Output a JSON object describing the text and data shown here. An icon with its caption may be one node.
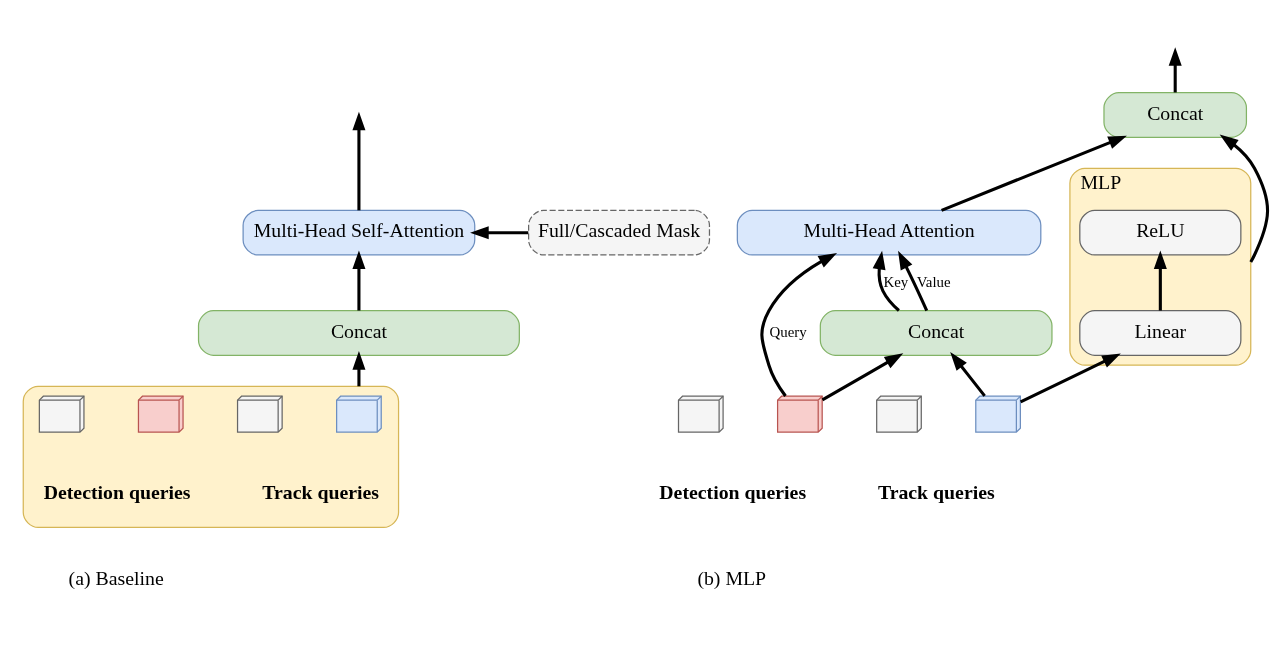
{
  "diagram": {
    "nodes": [
      {
        "text": [
          "Multi-Head Self-Attention"
        ]
      },
      {
        "text": [
          "Full/Cascaded Mask"
        ]
      },
      {
        "text": [
          "Concat"
        ]
      },
      {
        "text": [],
        "shape": "box"
      },
      {
        "text": [],
        "shape": "box",
        "in": 3
      },
      {
        "text": [],
        "shape": "box",
        "in": 3
      },
      {
        "text": [],
        "shape": "box",
        "in": 3
      },
      {
        "text": [],
        "shape": "box",
        "in": 3
      },
      {
        "text": [
          "Concat"
        ]
      },
      {
        "text": [
          "Multi-Head Attention"
        ]
      },
      {
        "text": [
          "MLP"
        ]
      },
      {
        "text": [
          "ReLU"
        ],
        "in": 10
      },
      {
        "text": [
          "Linear"
        ],
        "in": 10
      },
      {
        "text": [
          "Concat"
        ]
      },
      {
        "text": [],
        "shape": "box"
      },
      {
        "text": [],
        "shape": "box"
      },
      {
        "text": [],
        "shape": "box"
      },
      {
        "text": [],
        "shape": "box"
      }
    ],
    "edges": [
      {
        "from": 0,
        "to": null,
        "arrow": "to"
      },
      {
        "from": 1,
        "to": 0,
        "arrow": "to"
      },
      {
        "from": 2,
        "to": 0,
        "arrow": "to"
      },
      {
        "from": 3,
        "to": 2,
        "arrow": "to"
      },
      {
        "from": 8,
        "to": null,
        "arrow": "to"
      },
      {
        "from": 9,
        "to": 8,
        "arrow": "to"
      },
      {
        "from": 10,
        "to": 8,
        "arrow": "to"
      },
      {
        "from": 12,
        "to": 11,
        "arrow": "to"
      },
      {
        "from": 13,
        "to": 9,
        "arrow": "to",
        "label": "Key"
      },
      {
        "from": 13,
        "to": 9,
        "arrow": "to",
        "label": "Value"
      },
      {
        "from": 15,
        "to": 9,
        "arrow": "to",
        "label": "Query"
      },
      {
        "from": 15,
        "to": 13,
        "arrow": "to"
      },
      {
        "from": 17,
        "to": 13,
        "arrow": "to"
      },
      {
        "from": 17,
        "to": 12,
        "arrow": "to"
      }
    ],
    "labels": [
      "Detection queries",
      "Track queries",
      "Detection queries",
      "Track queries",
      "(a) Baseline",
      "(b) MLP"
    ]
  }
}
